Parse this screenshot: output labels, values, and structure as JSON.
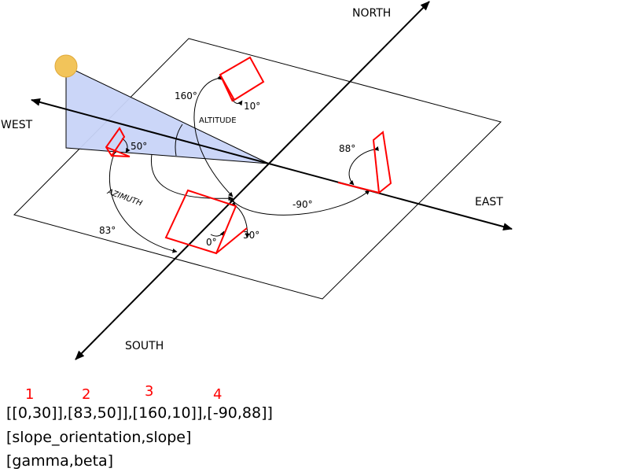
{
  "colors": {
    "panel": "#ff0000",
    "sun": "#f2c45a",
    "sun_stroke": "#e0a93a",
    "shadow_fill": "#c8d4f8",
    "number": "#ff0000",
    "text": "#000000"
  },
  "icons": {
    "sun": "sun-icon"
  },
  "directions": {
    "north": "NORTH",
    "south": "SOUTH",
    "east": "EAST",
    "west": "WEST"
  },
  "axis_labels": {
    "altitude": "ALTITUDE",
    "azimuth": "AZIMUTH"
  },
  "angles": {
    "a_160": "160°",
    "a_10": "10°",
    "a_50": "50°",
    "a_88": "88°",
    "a_neg90": "-90°",
    "a_83": "83°",
    "a_0": "0°",
    "a_30": "30°"
  },
  "panel_numbers": [
    "1",
    "2",
    "3",
    "4"
  ],
  "bottom_lines": {
    "values": "[[0,30]],[83,50]],[160,10]],[-90,88]]",
    "names": "[slope_orientation,slope]",
    "symbols": "[gamma,beta]"
  }
}
